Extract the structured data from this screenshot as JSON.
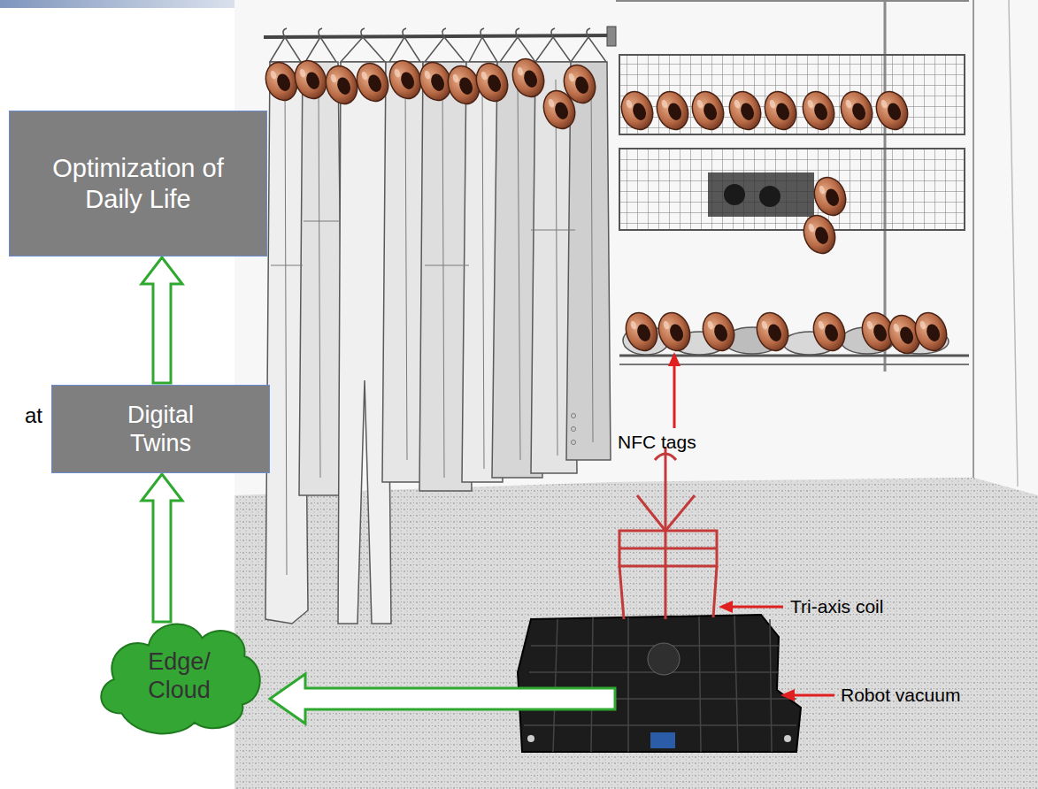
{
  "diagram": {
    "nodes": [
      {
        "text": [
          "Optimization of Daily Life"
        ]
      },
      {
        "text": [
          "Digital Twins"
        ]
      },
      {
        "text": [
          "Edge/ Cloud"
        ]
      }
    ],
    "edges": [
      {
        "from": 2,
        "to": 1,
        "arrow": "to"
      },
      {
        "from": 1,
        "to": 0,
        "arrow": "to"
      }
    ],
    "labels": [
      "at",
      "NFC tags",
      "Tri-axis coil",
      "Robot vacuum"
    ]
  }
}
